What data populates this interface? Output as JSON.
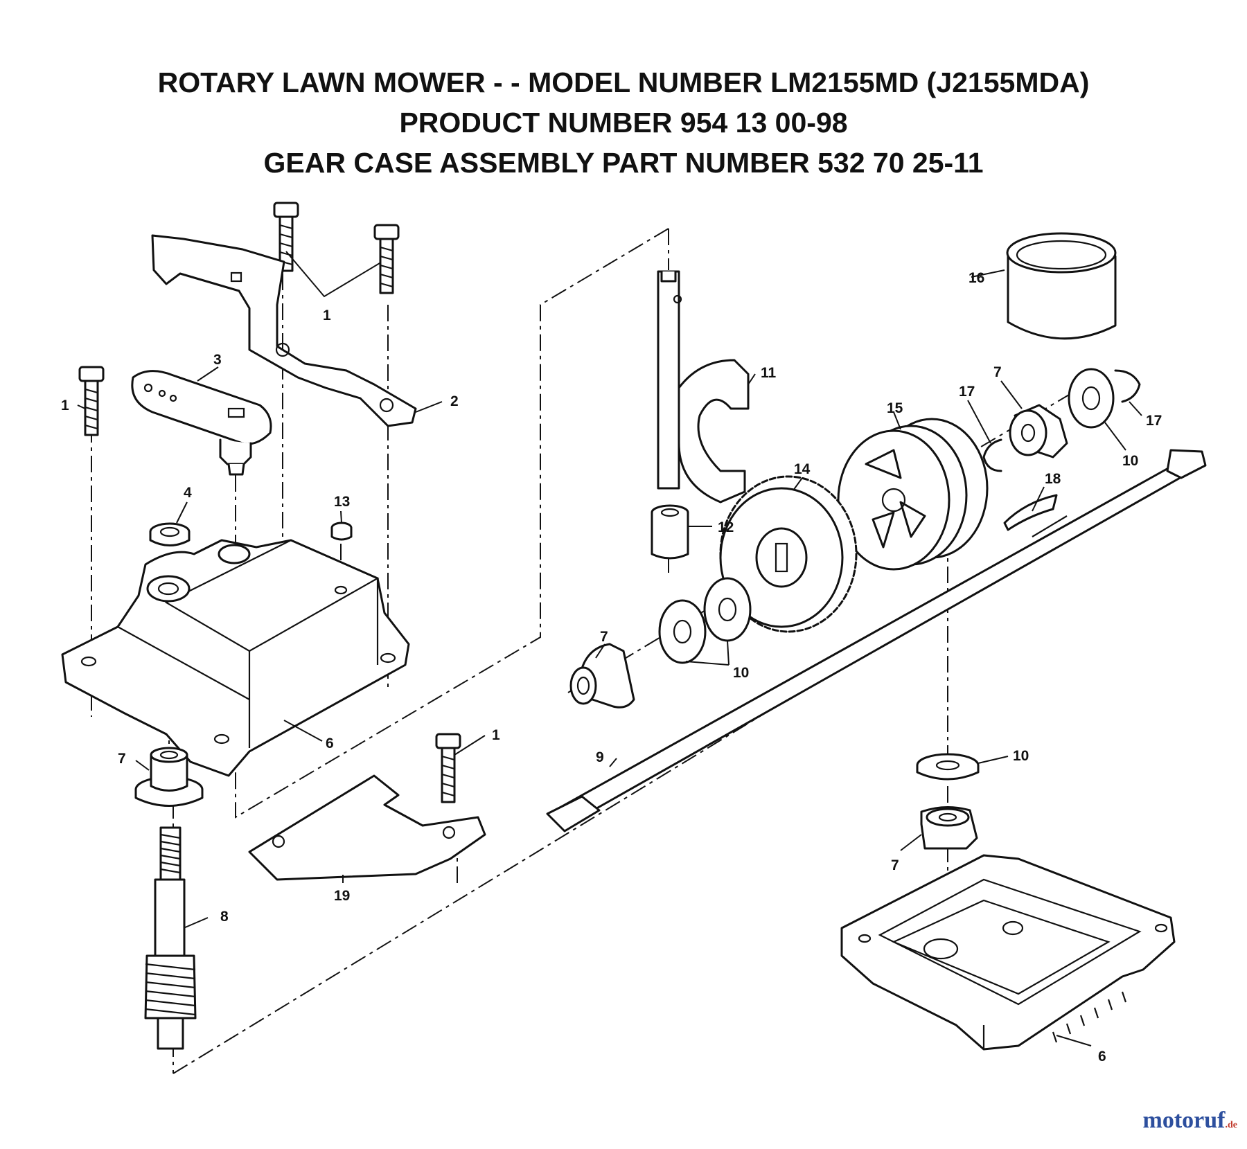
{
  "titles": {
    "line1": "ROTARY LAWN MOWER - - MODEL NUMBER LM2155MD (J2155MDA)",
    "line2": "PRODUCT NUMBER  954 13 00-98",
    "line3": "GEAR CASE ASSEMBLY PART NUMBER  532 70 25-11"
  },
  "callouts": {
    "screw_top_pair": "1",
    "screw_left": "1",
    "screw_bottom": "1",
    "bracket": "2",
    "lever": "3",
    "bushing_small": "4",
    "gear_case_upper": "6",
    "gear_case_lower": "6",
    "bearing_left": "7",
    "bearing_shaft": "7",
    "bearing_right": "7",
    "bearing_lower_right": "7",
    "worm_shaft": "8",
    "axle": "9",
    "washer_pair": "10",
    "washer_right": "10",
    "washer_lower": "10",
    "shift_fork": "11",
    "spacer": "12",
    "plug": "13",
    "gear": "14",
    "pulley": "15",
    "cup": "16",
    "e_ring_left": "17",
    "e_ring_right": "17",
    "key": "18",
    "plate": "19"
  },
  "watermark": {
    "text": "motoruf",
    "suffix": ".de"
  }
}
